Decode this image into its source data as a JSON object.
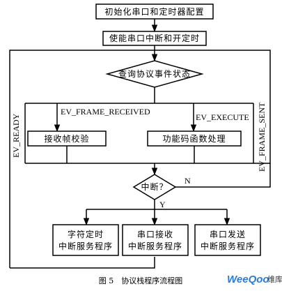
{
  "nodes": {
    "init": "初始化串口和定时器配置",
    "enable": "使能串口中断和开定时",
    "query": "查询协议事件状态",
    "receive_check": "接收帧校验",
    "function_code": "功能码函数处理",
    "interrupt_q": "中断？",
    "timer_isr_1": "字符定时",
    "timer_isr_2": "中断服务程序",
    "rx_isr_1": "串口接收",
    "rx_isr_2": "中断服务程序",
    "tx_isr_1": "串口发送",
    "tx_isr_2": "中断服务程序"
  },
  "edges": {
    "ev_ready": "EV_READY",
    "ev_frame_received": "EV_FRAME_RECEIVED",
    "ev_execute": "EV_EXECUTE",
    "ev_frame_sent": "EV_FRAME_SENT",
    "yes": "Y",
    "no": "N"
  },
  "caption": "图 5　协议栈程序流程图",
  "watermark": {
    "brand": "WeeQoo",
    "suffix": "维库",
    "colors": [
      "#2e7bd6",
      "#e8a020"
    ]
  }
}
